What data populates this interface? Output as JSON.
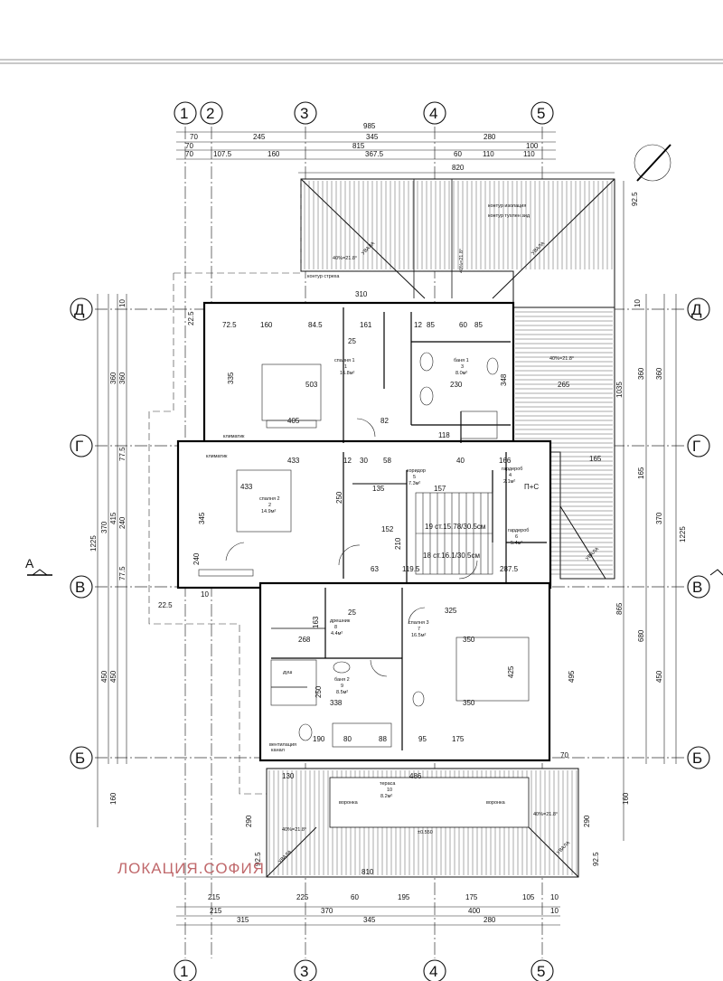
{
  "axes_top": [
    "1",
    "2",
    "3",
    "4",
    "5"
  ],
  "axes_bottom": [
    "1",
    "3",
    "4",
    "5"
  ],
  "axes_left": [
    "Д",
    "Г",
    "В",
    "Б"
  ],
  "axes_right": [
    "Д",
    "Г",
    "В",
    "Б"
  ],
  "section_mark": "А",
  "watermark": "ЛОКАЦИЯ.СОФИЯ",
  "top_dims": {
    "row1": [
      "985"
    ],
    "row2": [
      "70",
      "245",
      "345",
      "280"
    ],
    "row3": [
      "70",
      "815",
      "100"
    ],
    "row4": [
      "70",
      "107.5",
      "160",
      "367.5",
      "60",
      "110",
      "110"
    ],
    "row5": [
      "820"
    ]
  },
  "bottom_dims": {
    "row1": [
      "215",
      "225",
      "60",
      "195",
      "175",
      "105",
      "10"
    ],
    "row2": [
      "215",
      "370",
      "400",
      "10"
    ],
    "row3": [
      "315",
      "345",
      "280"
    ],
    "total": "810"
  },
  "left_dims": [
    "1225",
    "370",
    "415",
    "240",
    "77.5",
    "77.5",
    "450",
    "450",
    "360",
    "360",
    "160",
    "290",
    "92.5",
    "10",
    "22.5",
    "22.5"
  ],
  "right_dims": [
    "1225",
    "1035",
    "865",
    "680",
    "450",
    "495",
    "370",
    "165",
    "360",
    "360",
    "290",
    "92.5",
    "160",
    "92.5",
    "10"
  ],
  "rooms": [
    {
      "name": "спалня 1",
      "num": "1",
      "area": "16.8м²"
    },
    {
      "name": "спалня 2",
      "num": "2",
      "area": "14.9м²"
    },
    {
      "name": "баня 1",
      "num": "3",
      "area": "8.0м²"
    },
    {
      "name": "гардероб",
      "num": "4",
      "area": "2.1м²"
    },
    {
      "name": "коридор",
      "num": "5",
      "area": "7.3м²"
    },
    {
      "name": "гардероб",
      "num": "6",
      "area": "5.4м²"
    },
    {
      "name": "спалня 3",
      "num": "7",
      "area": "16.5м²"
    },
    {
      "name": "дрешник",
      "num": "8",
      "area": "4.4м²"
    },
    {
      "name": "баня 2",
      "num": "9",
      "area": "8.5м²"
    },
    {
      "name": "тераса",
      "num": "10",
      "area": "8.2м²"
    }
  ],
  "labels": {
    "stairs1": "19 ст.15.78/30.5см",
    "stairs2": "18 ст.16.1/30.5см",
    "roof_slope_1": "40%=21.8°",
    "roof_slope_2": "40%=21.8°",
    "roof_slope_3": "40%=21.8°",
    "roof_slope_4": "40%=21.8°",
    "roof_slope_5": "40%=21.8°",
    "uvala_1": "УВАЛА",
    "uvala_2": "УВАЛА",
    "uvala_3": "УВАЛА",
    "uvala_4": "УВАЛА",
    "uvala_5": "УВАЛА",
    "kontur_streha": "контур стреха",
    "kontur_izolacia": "контур изолация",
    "kontur_tuhlen": "контур тухлен зид",
    "ventilacia": "вентилация",
    "kanal": "канал",
    "klimatik": "климатик",
    "klimatik2": "климатик",
    "dush": "душ",
    "ps": "П+С",
    "voronka1": "воронка",
    "voronka2": "воронка",
    "level": "±0.550"
  },
  "inner_dims": [
    "310",
    "72.5",
    "160",
    "84.5",
    "161",
    "12",
    "85",
    "60",
    "85",
    "25",
    "503",
    "335",
    "405",
    "433",
    "433",
    "230",
    "348",
    "265",
    "250",
    "345",
    "240",
    "135",
    "157",
    "152",
    "210",
    "119.5",
    "287.5",
    "325",
    "268",
    "350",
    "425",
    "338",
    "250",
    "163",
    "190",
    "80",
    "88",
    "95",
    "175",
    "486",
    "130",
    "350",
    "165",
    "82",
    "58",
    "166",
    "118",
    "12",
    "25",
    "10",
    "63",
    "70",
    "30",
    "40"
  ]
}
